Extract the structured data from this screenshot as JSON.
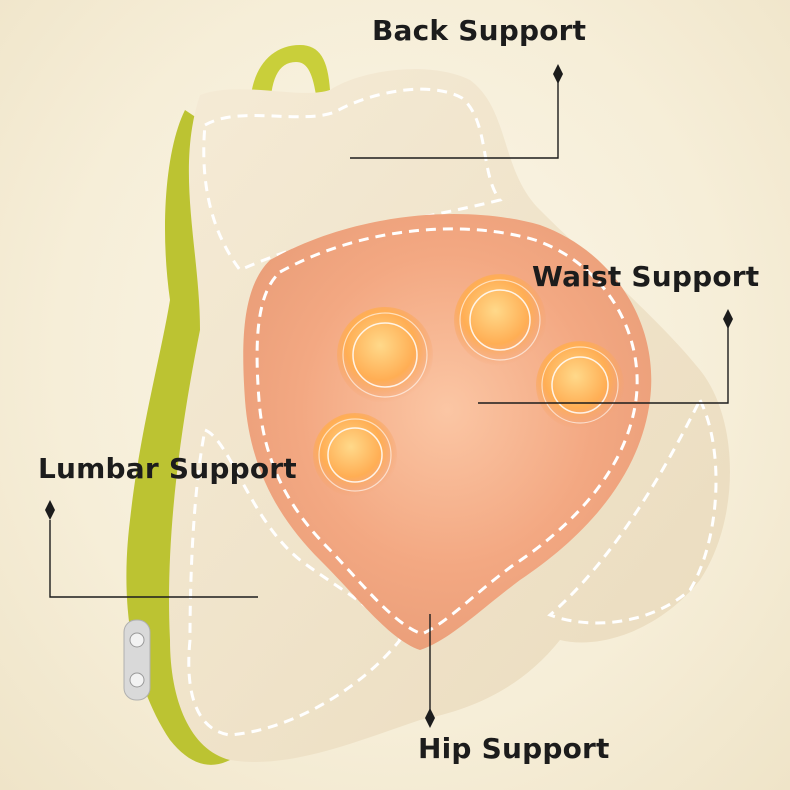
{
  "labels": {
    "back": "Back Support",
    "waist": "Waist Support",
    "lumbar": "Lumbar Support",
    "hip": "Hip Support"
  },
  "colors": {
    "background": "#f7f0dd",
    "cushion": "#efe1c8",
    "mesh": "#f2a07a",
    "trim": "#c9cf3a",
    "massage_node": "#ffb25a",
    "line": "#1c1c1c"
  }
}
